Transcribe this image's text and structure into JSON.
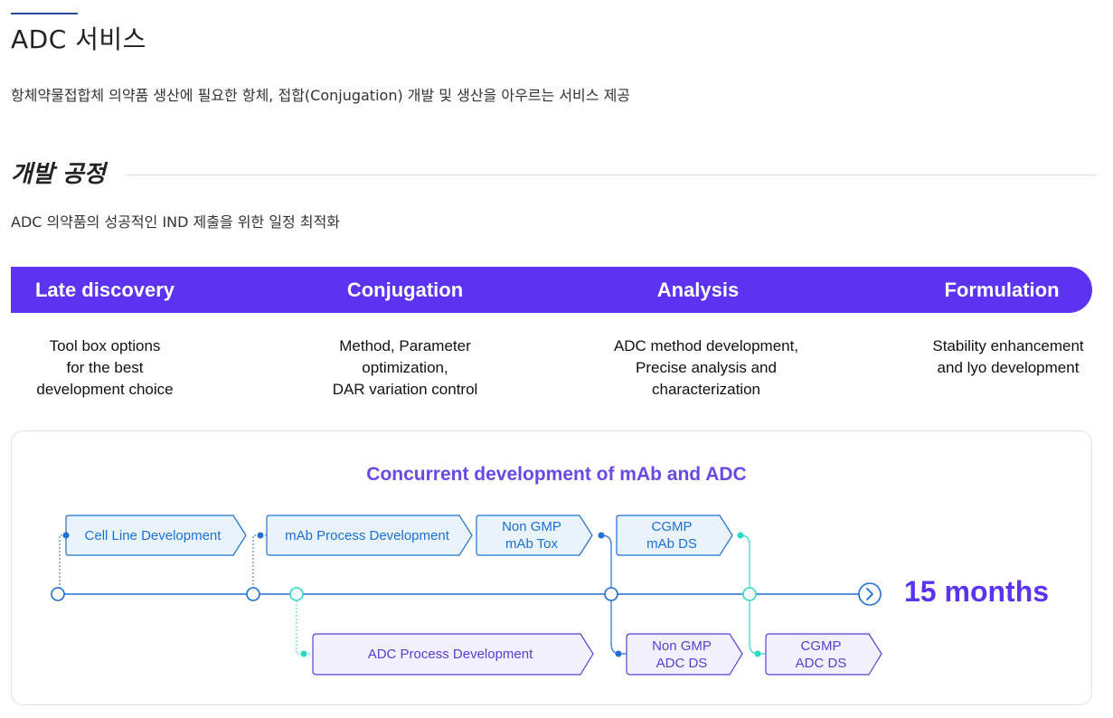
{
  "header": {
    "title": "ADC 서비스",
    "description": "항체약물접합체 의약품 생산에 필요한 항체, 접합(Conjugation) 개발 및 생산을 아우르는 서비스 제공"
  },
  "section": {
    "title": "개발 공정",
    "description": "ADC 의약품의 성공적인 IND 제출을 위한 일정 최적화"
  },
  "phases": [
    {
      "label": "Late discovery",
      "description": "Tool box options\nfor the best\ndevelopment choice"
    },
    {
      "label": "Conjugation",
      "description": "Method, Parameter\noptimization,\nDAR variation control"
    },
    {
      "label": "Analysis",
      "description": "ADC method development,\nPrecise analysis and\ncharacterization"
    },
    {
      "label": "Formulation",
      "description": "Stability enhancement\nand lyo development"
    }
  ],
  "timeline": {
    "title": "Concurrent development of mAb and ADC",
    "duration": "15 months",
    "mab_steps": [
      {
        "label": "Cell Line Development"
      },
      {
        "label": "mAb Process Development"
      },
      {
        "label": "Non GMP\nmAb Tox"
      },
      {
        "label": "CGMP\nmAb DS"
      }
    ],
    "adc_steps": [
      {
        "label": "ADC Process Development"
      },
      {
        "label": "Non GMP\nADC DS"
      },
      {
        "label": "CGMP\nADC DS"
      }
    ]
  },
  "colors": {
    "brand_purple": "#5b33f0",
    "title_purple": "#6a48e8",
    "mab_blue": "#1f6fd6",
    "mab_fill": "#e8f3fc",
    "adc_fill": "#f2f0fc",
    "teal": "#2ed8c6"
  }
}
